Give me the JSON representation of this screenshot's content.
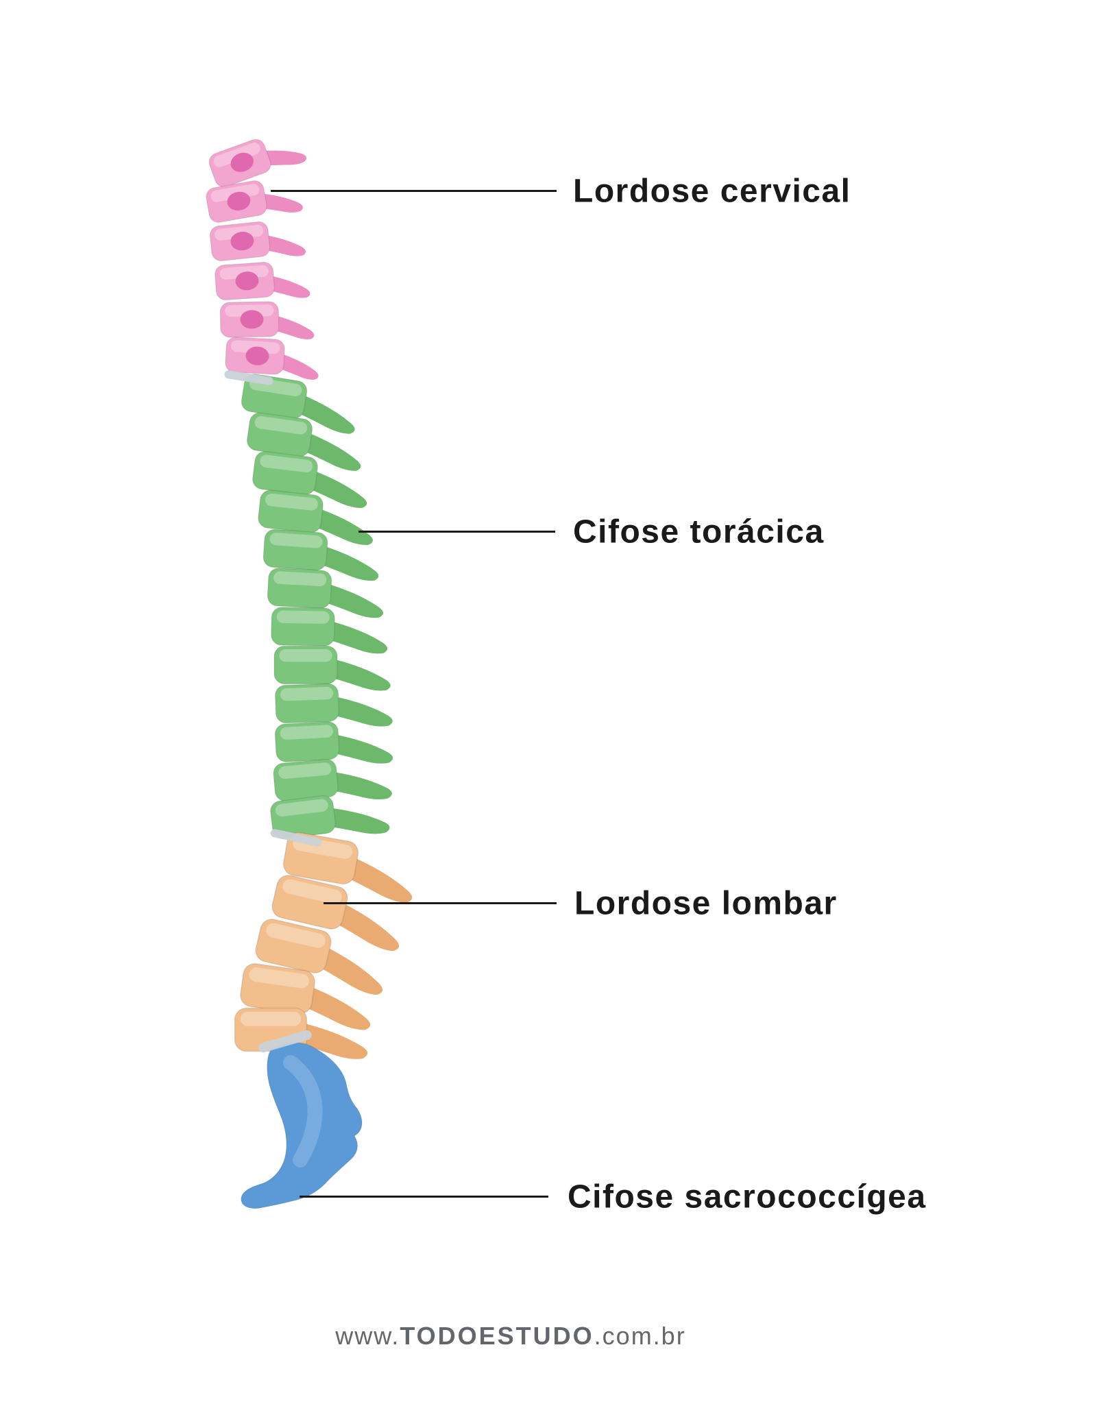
{
  "figure": {
    "description": "Lateral view of the human vertebral column with its four curvatures color-coded",
    "annotations": [
      {
        "label": "Lordose cervical"
      },
      {
        "label": "Cifose torácica"
      },
      {
        "label": "Lordose lombar"
      },
      {
        "label": "Cifose sacrococcígea"
      }
    ],
    "segments": [
      {
        "name": "cervical",
        "color": "#F2A5CE"
      },
      {
        "name": "thoracic",
        "color": "#7CC57C"
      },
      {
        "name": "lumbar",
        "color": "#F2BE8C"
      },
      {
        "name": "sacrococcygeal",
        "color": "#5B9AD7"
      }
    ]
  },
  "watermark": {
    "prefix": "www.",
    "brand": "TODOESTUDO",
    "suffix": ".com.br"
  },
  "colors": {
    "ink": "#1A1A1A",
    "cervical": "#F2A5CE",
    "cervical_mid": "#EC8CC0",
    "cervical_dark": "#E068AE",
    "thoracic": "#7CC57C",
    "thoracic_mid": "#6CB96C",
    "lumbar": "#F2BE8C",
    "lumbar_mid": "#E9AB72",
    "sacral": "#5B9AD7",
    "disc": "#C9D2D8",
    "watermark": "#63666A"
  }
}
